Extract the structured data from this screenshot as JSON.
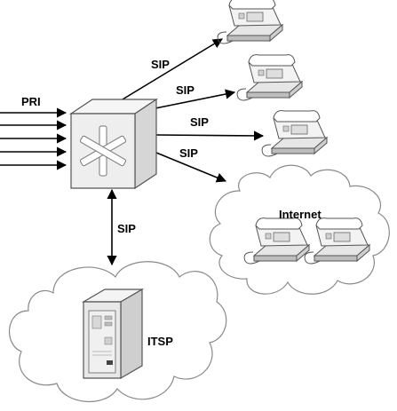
{
  "trunk": {
    "label": "PRI"
  },
  "links": {
    "phone1": "SIP",
    "phone2": "SIP",
    "phone3": "SIP",
    "internet": "SIP",
    "itsp": "SIP"
  },
  "clouds": {
    "internet": "Internet",
    "itsp": "ITSP"
  },
  "icons": {
    "pbx": "asterisk-pbx-icon",
    "phone": "desk-phone-icon",
    "server": "server-rack-icon"
  },
  "colors": {
    "line": "#000000",
    "device_fill": "#f2f2f2",
    "device_shade": "#d4d4d4"
  }
}
